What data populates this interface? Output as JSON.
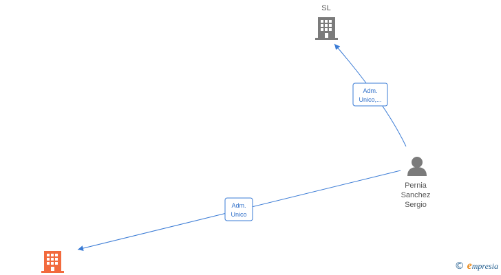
{
  "nodes": {
    "company_top": {
      "label": "SL",
      "icon": "building-icon",
      "color": "#7b7b7b"
    },
    "person": {
      "label_lines": [
        "Pernia",
        "Sanchez",
        "Sergio"
      ],
      "icon": "person-icon",
      "color": "#7b7b7b"
    },
    "company_bottom": {
      "label": "",
      "icon": "building-icon",
      "color": "#f26a3d"
    }
  },
  "edges": {
    "person_to_top": {
      "label_lines": [
        "Adm.",
        "Unico,..."
      ]
    },
    "person_to_bottom": {
      "label_lines": [
        "Adm.",
        "Unico"
      ]
    }
  },
  "colors": {
    "edge": "#3a7bd5"
  },
  "brand": {
    "copyright": "©",
    "initial": "e",
    "rest": "mpresia"
  }
}
